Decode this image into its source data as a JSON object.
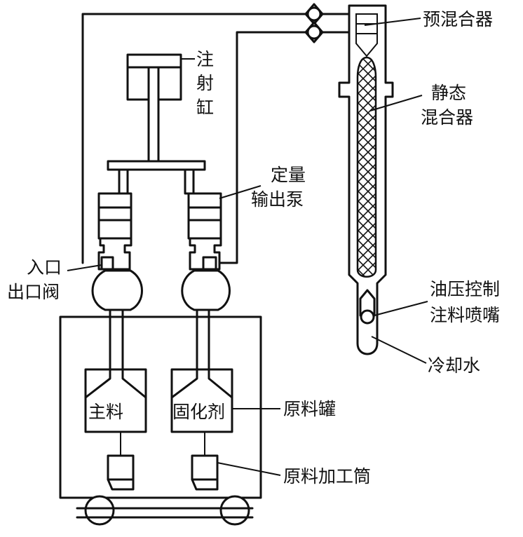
{
  "labels": {
    "premixer": "预混合器",
    "static_mixer_line1": "静态",
    "static_mixer_line2": "混合器",
    "injection_cylinder_1": "注",
    "injection_cylinder_2": "射",
    "injection_cylinder_3": "缸",
    "metering_pump_line1": "定量",
    "metering_pump_line2": "输出泵",
    "inlet_outlet_valve_line1": "入口",
    "inlet_outlet_valve_line2": "出口阀",
    "nozzle_line1": "油压控制",
    "nozzle_line2": "注料喷嘴",
    "cooling_water": "冷却水",
    "raw_tank": "原料罐",
    "main_material": "主料",
    "curing_agent": "固化剂",
    "processing_cylinder": "原料加工筒"
  },
  "colors": {
    "line": "#111111",
    "background": "#ffffff"
  }
}
